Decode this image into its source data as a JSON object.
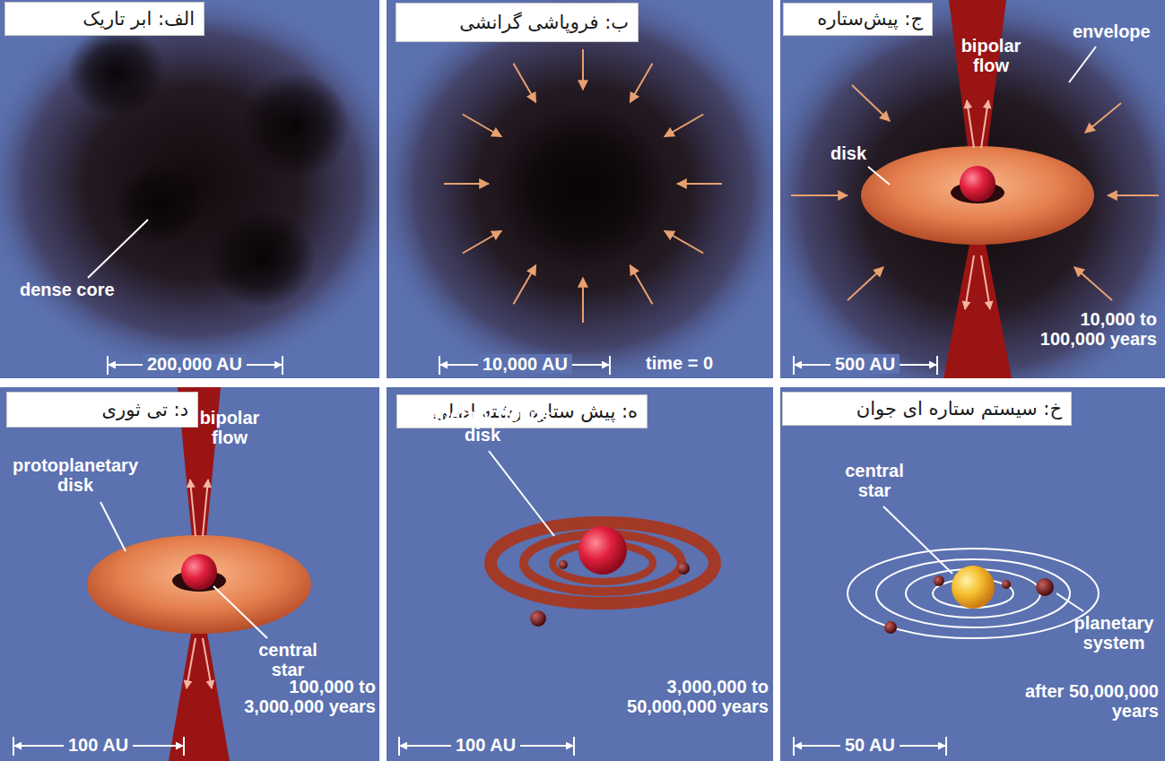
{
  "diagram": {
    "nodes": [
      {
        "text": [
          "الف: ابر تاریک"
        ]
      },
      {
        "text": [
          "ب: فروپاشی گرانشی"
        ]
      },
      {
        "text": [
          "ج: پیش‌ستاره"
        ]
      },
      {
        "text": [
          "د: تی ثوری"
        ]
      },
      {
        "text": [
          "ه: پیش ستاره رشته اصلی"
        ]
      },
      {
        "text": [
          "خ: سیستم ستاره ای جوان"
        ]
      }
    ],
    "labels": [
      "dense core",
      "200,000 AU",
      "10,000 AU",
      "time = 0",
      "bipolar flow",
      "envelope",
      "disk",
      "500 AU",
      "10,000 to 100,000 years",
      "bipolar flow",
      "protoplanetary disk",
      "central star",
      "100 AU",
      "100,000 to 3,000,000 years",
      "planetary debris disk",
      "100 AU",
      "3,000,000 to 50,000,000 years",
      "central star",
      "planetary system",
      "50 AU",
      "after 50,000,000 years"
    ]
  }
}
